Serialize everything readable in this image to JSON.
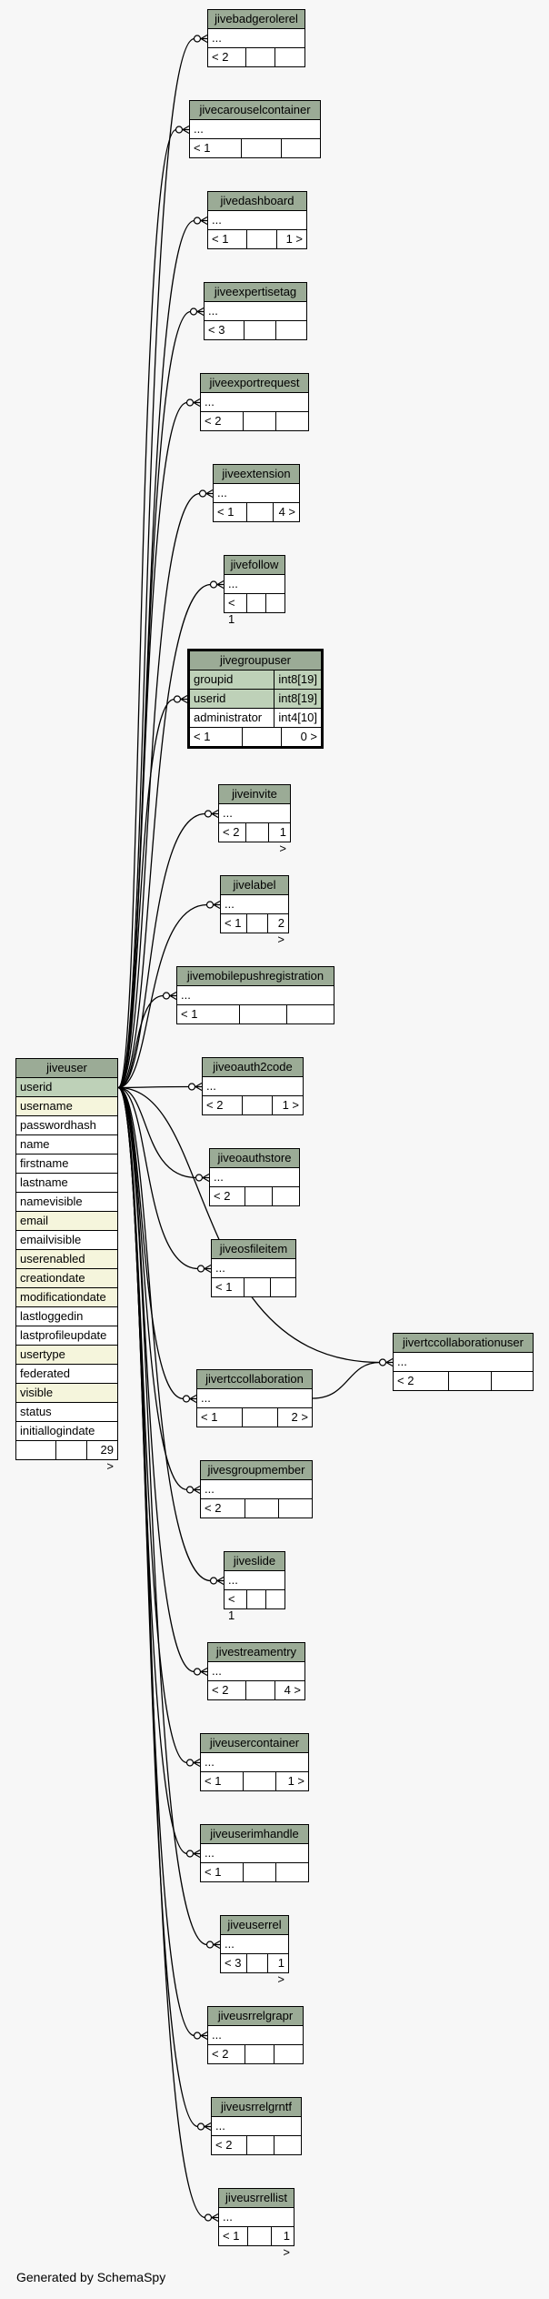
{
  "footer": "Generated by SchemaSpy",
  "main": {
    "name": "jiveuser",
    "columns": [
      {
        "name": "userid",
        "kind": "pk"
      },
      {
        "name": "username",
        "kind": "ix"
      },
      {
        "name": "passwordhash",
        "kind": ""
      },
      {
        "name": "name",
        "kind": ""
      },
      {
        "name": "firstname",
        "kind": ""
      },
      {
        "name": "lastname",
        "kind": ""
      },
      {
        "name": "namevisible",
        "kind": ""
      },
      {
        "name": "email",
        "kind": "ix"
      },
      {
        "name": "emailvisible",
        "kind": ""
      },
      {
        "name": "userenabled",
        "kind": "ix"
      },
      {
        "name": "creationdate",
        "kind": "ix"
      },
      {
        "name": "modificationdate",
        "kind": "ix"
      },
      {
        "name": "lastloggedin",
        "kind": ""
      },
      {
        "name": "lastprofileupdate",
        "kind": ""
      },
      {
        "name": "usertype",
        "kind": "ix"
      },
      {
        "name": "federated",
        "kind": ""
      },
      {
        "name": "visible",
        "kind": "ix"
      },
      {
        "name": "status",
        "kind": ""
      },
      {
        "name": "initiallogindate",
        "kind": ""
      }
    ],
    "footer": [
      "",
      "",
      "29 >"
    ]
  },
  "groupuser": {
    "name": "jivegroupuser",
    "columns": [
      {
        "name": "groupid",
        "type": "int8[19]",
        "kind": "pk"
      },
      {
        "name": "userid",
        "type": "int8[19]",
        "kind": "pk"
      },
      {
        "name": "administrator",
        "type": "int4[10]",
        "kind": ""
      }
    ],
    "footer": [
      "< 1",
      "",
      "0 >"
    ]
  },
  "collabuser": {
    "name": "jivertccollaborationuser",
    "row": "...",
    "footer": [
      "< 2",
      "",
      ""
    ]
  },
  "tables": [
    {
      "name": "jivebadgerolerel",
      "row": "...",
      "footer": [
        "< 2",
        "",
        ""
      ]
    },
    {
      "name": "jivecarouselcontainer",
      "row": "...",
      "footer": [
        "< 1",
        "",
        ""
      ]
    },
    {
      "name": "jivedashboard",
      "row": "...",
      "footer": [
        "< 1",
        "",
        "1 >"
      ]
    },
    {
      "name": "jiveexpertisetag",
      "row": "...",
      "footer": [
        "< 3",
        "",
        ""
      ]
    },
    {
      "name": "jiveexportrequest",
      "row": "...",
      "footer": [
        "< 2",
        "",
        ""
      ]
    },
    {
      "name": "jiveextension",
      "row": "...",
      "footer": [
        "< 1",
        "",
        "4 >"
      ]
    },
    {
      "name": "jivefollow",
      "row": "...",
      "footer": [
        "< 1",
        "",
        ""
      ]
    },
    {
      "name": "jiveinvite",
      "row": "...",
      "footer": [
        "< 2",
        "",
        "1 >"
      ]
    },
    {
      "name": "jivelabel",
      "row": "...",
      "footer": [
        "< 1",
        "",
        "2 >"
      ]
    },
    {
      "name": "jivemobilepushregistration",
      "row": "...",
      "footer": [
        "< 1",
        "",
        ""
      ]
    },
    {
      "name": "jiveoauth2code",
      "row": "...",
      "footer": [
        "< 2",
        "",
        "1 >"
      ]
    },
    {
      "name": "jiveoauthstore",
      "row": "...",
      "footer": [
        "< 2",
        "",
        ""
      ]
    },
    {
      "name": "jiveosfileitem",
      "row": "...",
      "footer": [
        "< 1",
        "",
        ""
      ]
    },
    {
      "name": "jivertccollaboration",
      "row": "...",
      "footer": [
        "< 1",
        "",
        "2 >"
      ]
    },
    {
      "name": "jivesgroupmember",
      "row": "...",
      "footer": [
        "< 2",
        "",
        ""
      ]
    },
    {
      "name": "jiveslide",
      "row": "...",
      "footer": [
        "< 1",
        "",
        ""
      ]
    },
    {
      "name": "jivestreamentry",
      "row": "...",
      "footer": [
        "< 2",
        "",
        "4 >"
      ]
    },
    {
      "name": "jiveusercontainer",
      "row": "...",
      "footer": [
        "< 1",
        "",
        "1 >"
      ]
    },
    {
      "name": "jiveuserimhandle",
      "row": "...",
      "footer": [
        "< 1",
        "",
        ""
      ]
    },
    {
      "name": "jiveuserrel",
      "row": "...",
      "footer": [
        "< 3",
        "",
        "1 >"
      ]
    },
    {
      "name": "jiveusrrelgrapr",
      "row": "...",
      "footer": [
        "< 2",
        "",
        ""
      ]
    },
    {
      "name": "jiveusrrelgrntf",
      "row": "...",
      "footer": [
        "< 2",
        "",
        ""
      ]
    },
    {
      "name": "jiveusrrellist",
      "row": "...",
      "footer": [
        "< 1",
        "",
        "1 >"
      ]
    }
  ]
}
